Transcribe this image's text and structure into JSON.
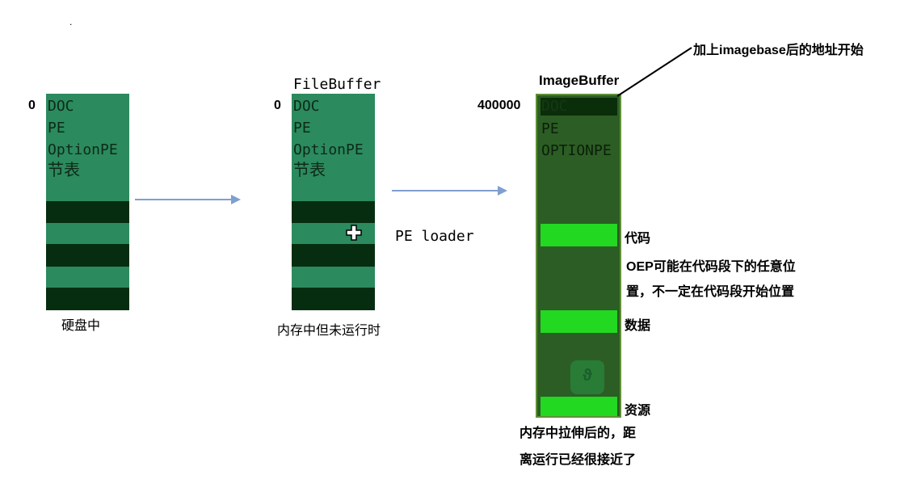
{
  "disk": {
    "address": "0",
    "header_lines": [
      "DOC",
      "PE",
      "OptionPE",
      "节表"
    ],
    "caption": "硬盘中"
  },
  "filebuffer": {
    "title": "FileBuffer",
    "address": "0",
    "header_lines": [
      "DOC",
      "PE",
      "OptionPE",
      "节表"
    ],
    "caption": "内存中但未运行时"
  },
  "loader_label": "PE loader",
  "imagebuffer": {
    "title": "ImageBuffer",
    "address": "400000",
    "header_lines": [
      "DOC",
      "PE",
      "OPTIONPE"
    ],
    "caption_lines": [
      "内存中拉伸后的，距",
      "离运行已经很接近了"
    ],
    "callout": "加上imagebase后的地址开始",
    "sections": {
      "code": "代码",
      "oep_note_lines": [
        "OEP可能在代码段下的任意位",
        "置，不一定在代码段开始位置"
      ],
      "data": "数据",
      "resource": "资源"
    }
  },
  "dot": "."
}
